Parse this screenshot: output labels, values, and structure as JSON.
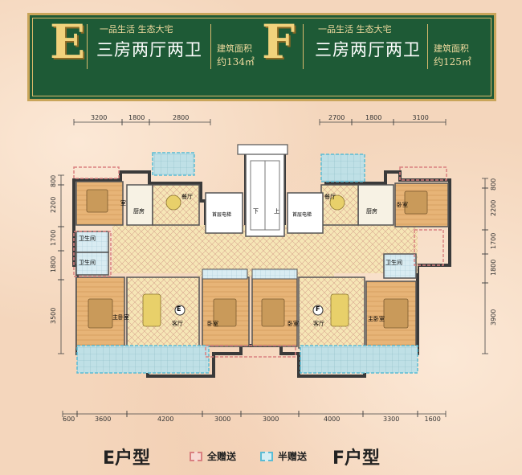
{
  "header": {
    "e": {
      "letter": "E",
      "slogan": "一品生活 生态大宅",
      "title": "三房两厅两卫",
      "area_label": "建筑面积",
      "area_value": "约134㎡"
    },
    "f": {
      "letter": "F",
      "slogan": "一品生活 生态大宅",
      "title": "三房两厅两卫",
      "area_label": "建筑面积",
      "area_value": "约125㎡"
    }
  },
  "dimensions": {
    "top": [
      "3200",
      "1800",
      "2800",
      "2700",
      "1800",
      "3100"
    ],
    "bottom": [
      "600",
      "3600",
      "4200",
      "3000",
      "3000",
      "4000",
      "3300",
      "1600"
    ],
    "left": [
      "800",
      "2200",
      "1700",
      "1800",
      "3500"
    ],
    "right": [
      "800",
      "2200",
      "1700",
      "1800",
      "3900"
    ]
  },
  "rooms": {
    "e_bed_top": "室",
    "e_kitchen": "厨房",
    "e_dining": "餐厅",
    "e_bath1": "卫生间",
    "e_bath2": "卫生间",
    "e_master": "主卧室",
    "e_living": "客厅",
    "e_bed_mid": "卧室",
    "f_bed_top": "卧室",
    "f_kitchen": "厨房",
    "f_dining": "餐厅",
    "f_bath": "卫生间",
    "f_master": "主卧室",
    "f_living": "客厅",
    "f_bed_mid": "卧室",
    "elev1": "首层电梯",
    "elev2": "首层电梯",
    "stair_up": "上",
    "stair_down": "下"
  },
  "markers": {
    "e": "E",
    "f": "F"
  },
  "legend": {
    "e_type": "E户型",
    "full_gift": "全赠送",
    "half_gift": "半赠送",
    "f_type": "F户型"
  },
  "colors": {
    "banner": "#1e5a36",
    "gold": "#c9a55a",
    "full_gift_border": "#d98080",
    "half_gift_border": "#5bbcd4"
  }
}
